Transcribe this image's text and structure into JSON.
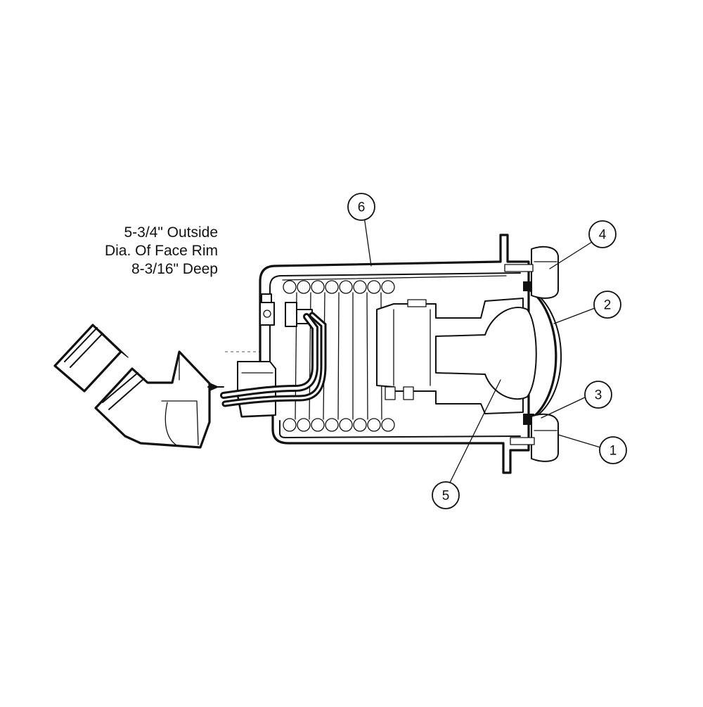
{
  "dimension_note": {
    "line1": "5-3/4\" Outside",
    "line2": "Dia. Of Face Rim",
    "line3": "8-3/16\" Deep"
  },
  "callouts": [
    {
      "label": "1"
    },
    {
      "label": "2"
    },
    {
      "label": "3"
    },
    {
      "label": "4"
    },
    {
      "label": "5"
    },
    {
      "label": "6"
    }
  ],
  "colors": {
    "line": "#111111",
    "background": "#ffffff"
  }
}
